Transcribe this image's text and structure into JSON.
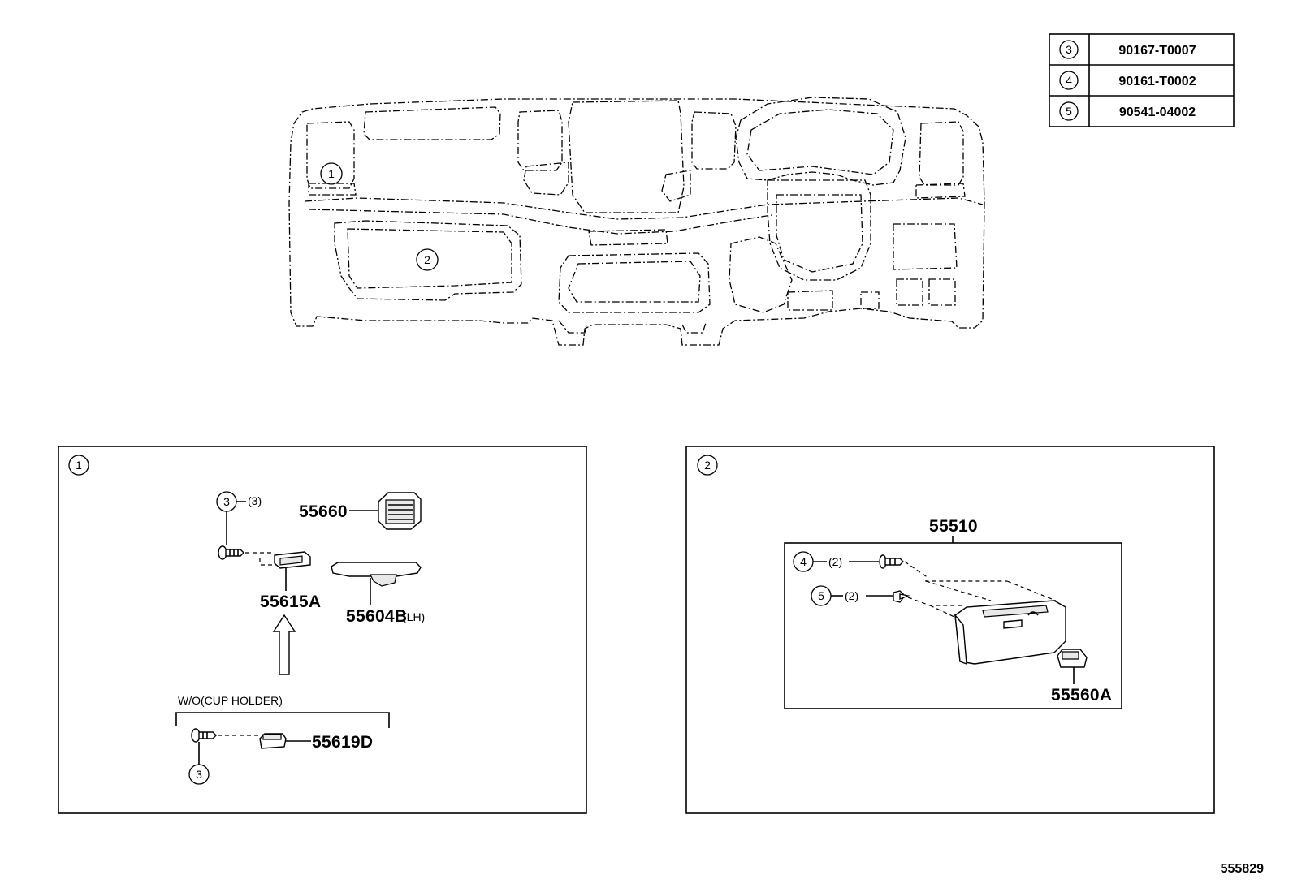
{
  "table": {
    "rows": [
      {
        "ref": "3",
        "part": "90167-T0007"
      },
      {
        "ref": "4",
        "part": "90161-T0002"
      },
      {
        "ref": "5",
        "part": "90541-04002"
      }
    ]
  },
  "overview": {
    "callout_1": "1",
    "callout_2": "2"
  },
  "panel_1": {
    "ref": "1",
    "screw_ref": "3",
    "screw_qty": "(3)",
    "part_vent": "55660",
    "part_bracket": "55615A",
    "part_cover": "55604B",
    "part_cover_side": "(LH)",
    "condition_label": "W/O(CUP HOLDER)",
    "part_clip": "55619D",
    "screw_ref_lower": "3"
  },
  "panel_2": {
    "ref": "2",
    "part_glovebox": "55510",
    "screw_a_ref": "4",
    "screw_a_qty": "(2)",
    "screw_b_ref": "5",
    "screw_b_qty": "(2)",
    "part_latch": "55560A"
  },
  "diagram_id": "555829"
}
